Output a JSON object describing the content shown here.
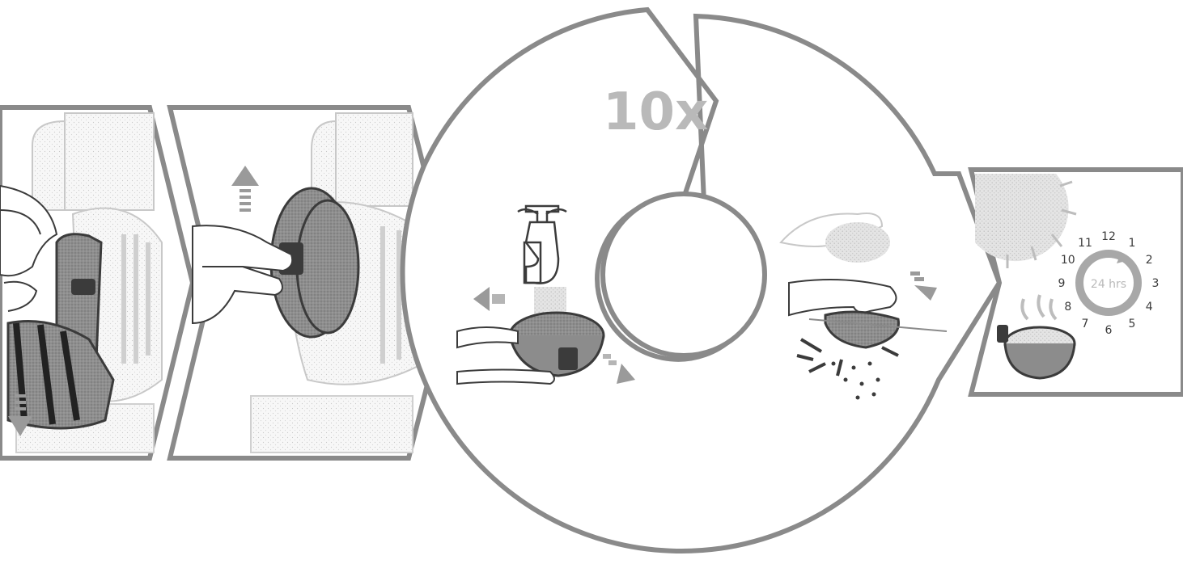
{
  "figure": {
    "steps": [
      {
        "id": "remove-filter-step",
        "icon": "remove-filter-icon"
      },
      {
        "id": "open-filter-cover-step",
        "icon": "open-cover-icon"
      },
      {
        "id": "rinse-under-tap-step",
        "icon": "tap-rinse-icon"
      },
      {
        "id": "tap-dry-step",
        "icon": "tap-dry-icon"
      },
      {
        "id": "air-dry-step",
        "icon": "sun-dry-icon"
      }
    ],
    "repeat_label": "10x",
    "clock_label": "24 hrs",
    "clock_numbers": [
      "12",
      "1",
      "2",
      "3",
      "4",
      "5",
      "6",
      "7",
      "8",
      "9",
      "10",
      "11"
    ],
    "colors": {
      "outline": "#8a8a8a",
      "dark": "#3b3b3b",
      "mid": "#8c8c8c",
      "light": "#cfcfcf",
      "text_gray": "#b9b9b9"
    }
  }
}
